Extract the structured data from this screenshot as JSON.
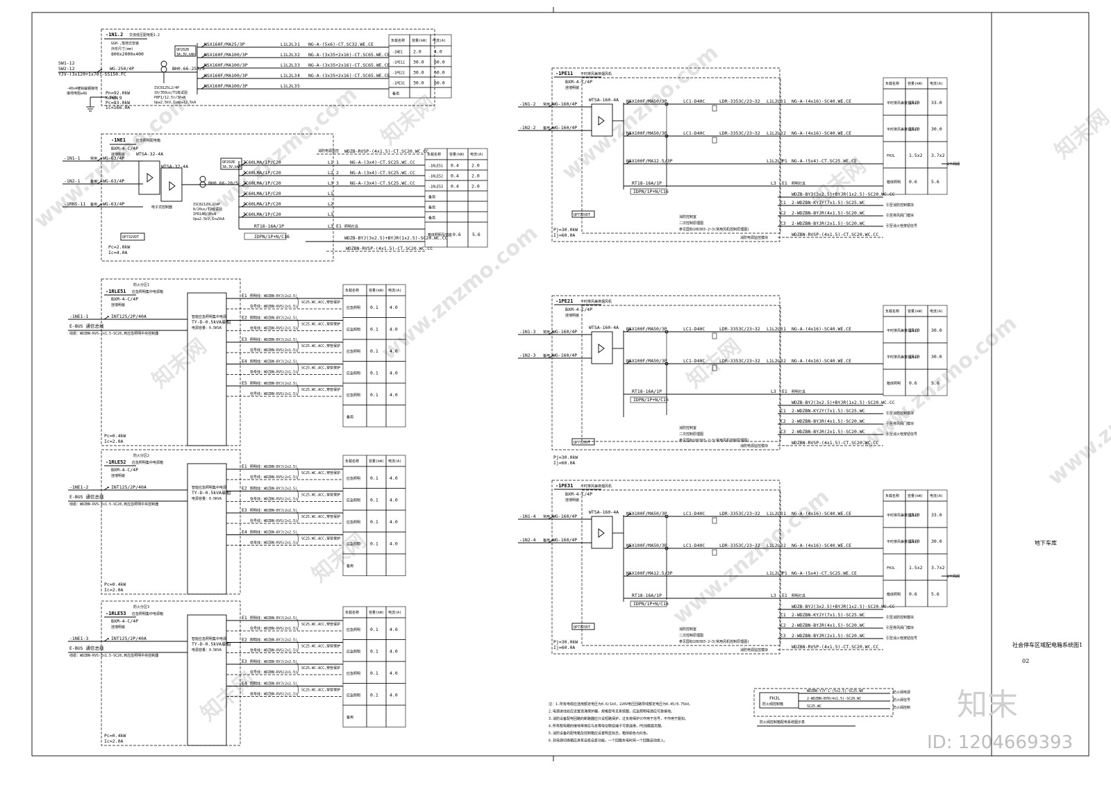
{
  "watermarks": {
    "site": "www.znzmo.com",
    "cn": "知末网",
    "logo": "知末",
    "id_label": "ID: 1204669393"
  },
  "sheet": {
    "location": "地下车库",
    "title": "社会停车区域配电箱系统图1",
    "number": "02"
  },
  "table_headers": [
    "负载名称",
    "容量(kW)",
    "电流(A)"
  ],
  "panel_1n12": {
    "name": "-1N1.2",
    "desc": "交流低压配电柜1.2",
    "model": "GGH-,落地式安装",
    "size_label": "外形尺寸(mm)",
    "size": "800x2000x400",
    "incoming": [
      "SW1-12",
      "SW2-12",
      "YJV-(3x120+1x70)-SS150.FC"
    ],
    "main_breaker": "WG-250/4P",
    "meter": "QP202B",
    "meter_sub": "3A,3V,kWh",
    "ct": "BH0.66-250/5",
    "spd": [
      "ISC8125L2/4P",
      "10/350us/T1级试验",
      "P8F1/12.5r/3P+N",
      "Up≤2.5kV,Iimp≥12.5kA"
    ],
    "pen": "PEN",
    "ground": "-40x4镀锌扁钢接地",
    "ground_sub": "接地电阻≤4Ω",
    "load": [
      "Pn=92.0kW",
      "Kd=0.9",
      "Pc=83.0kW",
      "Ic=166.0A"
    ],
    "branches": [
      {
        "breaker": "NSX160F/MA25/3P",
        "phase": "L1L2L3",
        "no": "1",
        "cable": "NG-A-(5x6)-CT.SC32.WE.CE",
        "target": "-1NE1",
        "kw": "2.0",
        "a": "4.0"
      },
      {
        "breaker": "NSX160F/MA100/3P",
        "phase": "L1L2L3",
        "no": "2",
        "cable": "NG-A-(3x35+2x16)-CT.SC65.WE.CE",
        "target": "-1PE11",
        "kw": "30.0",
        "a": "60.0"
      },
      {
        "breaker": "NSX160F/MA100/3P",
        "phase": "L1L2L3",
        "no": "3",
        "cable": "NG-A-(3x35+2x16)-CT.SC65.WE.CE",
        "target": "-1PE21",
        "kw": "30.0",
        "a": "60.0"
      },
      {
        "breaker": "NSX160F/MA100/3P",
        "phase": "L1L2L3",
        "no": "4",
        "cable": "NG-A-(3x35+2x16)-CT.SC65.WE.CE",
        "target": "-1PE31",
        "kw": "30.0",
        "a": "60.0"
      },
      {
        "breaker": "NSX160F/MA100/3P",
        "phase": "L1L2L3",
        "no": "5",
        "cable": "",
        "target": "备用",
        "kw": "",
        "a": ""
      }
    ]
  },
  "panel_1ne1": {
    "name": "-1NE1",
    "desc": "应急照明配电箱",
    "model": "BXM-4-C/4P",
    "install": "挂墙明装",
    "inputs": [
      {
        "from": "-1N1-1",
        "tag": "常用",
        "breaker": "WG-63/4P"
      },
      {
        "from": "-1N2-1",
        "tag": "备用",
        "breaker": "WG-63/4P"
      },
      {
        "from": "-1RN5-11",
        "tag": "备用",
        "breaker": "WG-63/4P"
      }
    ],
    "ats1": "WTSA-32-4A",
    "ats2": "WTSA-32-4A",
    "ats_note": "电子式控制器",
    "meter": "QP202B",
    "meter_sub": "3A,3V,kWh",
    "ct": "BH0.66-20/5",
    "spd": [
      "ISC8212DL2/4P",
      "8/20us/T2级试验",
      "IFR140/3P+N",
      "Up≤2.5kV,In≥5kA"
    ],
    "monitor": "QP732VDT",
    "load": [
      "Pc=2.0kW",
      "Ic=4.0A"
    ],
    "fire_note": "消防电源监控",
    "branches": [
      {
        "breaker": "IC60LMA/1P/C20",
        "phase": "L1",
        "no": "1",
        "cable": "NG-A-(3x4)-CT.SC25.WC.CC",
        "target": "-1RLE51",
        "kw": "0.4",
        "a": "2.0"
      },
      {
        "breaker": "IC60LMA/1P/C20",
        "phase": "L2",
        "no": "2",
        "cable": "NG-A-(3x4)-CT.SC25.WC.CC",
        "target": "-1RLE52",
        "kw": "0.4",
        "a": "2.0"
      },
      {
        "breaker": "IC60LMA/1P/C20",
        "phase": "L3",
        "no": "3",
        "cable": "NG-A-(3x4)-CT.SC25.WC.CC",
        "target": "-1RLE53",
        "kw": "0.4",
        "a": "2.0"
      },
      {
        "breaker": "IC60LMA/1P/C20",
        "phase": "L1",
        "no": "",
        "cable": "",
        "target": "备用",
        "kw": "",
        "a": ""
      },
      {
        "breaker": "IC60LMA/1P/C20",
        "phase": "L2",
        "no": "",
        "cable": "",
        "target": "备用",
        "kw": "",
        "a": ""
      },
      {
        "breaker": "IC60LMA/1P/C20",
        "phase": "L3",
        "no": "",
        "cable": "",
        "target": "备用",
        "kw": "",
        "a": ""
      }
    ],
    "top_cable": "WDZB-RVSP-(4x1.5)-CT.SC20.WC.CC",
    "light": {
      "breaker": "RT18-16A/1P",
      "breaker2": "IDPN/1P+N/C16",
      "phase": "L3",
      "no": "E1",
      "label": "照明灯具",
      "cable": "WDZB-BYJ(3x2.5)+BYJR(1x2.5)-SC20.WC.CC",
      "target": "箱体照明及插座",
      "kw": "0.6",
      "a": "5.6"
    },
    "bottom_cable": "WDZBN-RVSP-(4x1.5)-CT.SC20.WC.CC"
  },
  "rle_panels": [
    {
      "group": "防火分区1",
      "name": "-1RLE51",
      "desc": "应急照明集中电源箱",
      "model": "BXM-4-C/4P",
      "install": "挂墙明装",
      "input": "-1NE1-1",
      "breaker": "INT125/2P/40A",
      "bus": "E-BUS 通信总线",
      "bus_cable": "线缆：WDZBN-RVS-2x1.5-SC20,到应急照明中央控制器",
      "psu": "智能应急照明集中电源",
      "psu_model": "TY-D-0.5kVA单相",
      "psu_cap": "电源容量：0.5KVA",
      "load": [
        "Pc=0.4kW",
        "Ic=2.0A"
      ],
      "circuits": [
        {
          "no": "E1",
          "cable": "照明线：WDZBN-BYJ(2x2.5)",
          "signal": "信号线：WDZBN-RVS(2x1.5)",
          "pipe": "SC25.WC.ACC,穿管保护",
          "target": "应急照明",
          "kw": "0.1",
          "a": "4.0"
        },
        {
          "no": "E2",
          "cable": "照明线：WDZBN-BYJ(2x2.5)",
          "signal": "信号线：WDZBN-RVS(2x1.5)",
          "pipe": "SC25.WC.ACC,穿管保护",
          "target": "应急照明",
          "kw": "0.1",
          "a": "4.0"
        },
        {
          "no": "E3",
          "cable": "照明线：WDZBN-BYJ(2x2.5)",
          "signal": "信号线：WDZBN-RVS(2x1.5)",
          "pipe": "SC25.WC.ACC,穿管保护",
          "target": "应急照明",
          "kw": "0.1",
          "a": "4.0"
        },
        {
          "no": "E4",
          "cable": "照明线：WDZBN-BYJ(2x2.5)",
          "signal": "信号线：WDZBN-RVS(2x1.5)",
          "pipe": "SC25.WC.ACC,穿管保护",
          "target": "应急照明",
          "kw": "0.1",
          "a": "4.0"
        },
        {
          "no": "E5",
          "cable": "照明线：WDZBN-BYJ(2x2.5)",
          "signal": "信号线：WDZBN-RVS(2x1.5)",
          "pipe": "SC25.WC.ACC,穿管保护",
          "target": "应急照明",
          "kw": "0.1",
          "a": "4.0"
        },
        {
          "no": "",
          "cable": "",
          "signal": "",
          "pipe": "",
          "target": "备用",
          "kw": "",
          "a": ""
        }
      ]
    },
    {
      "group": "防火分区2",
      "name": "-1RLE52",
      "desc": "应急照明集中电源箱",
      "model": "BXM-4-C/4P",
      "install": "挂墙明装",
      "input": "-1NE1-2",
      "breaker": "INT125/2P/40A",
      "bus": "E-BUS 通信总线",
      "bus_cable": "线缆：WDZBN-RVS-2x1.5-SC20,到应急照明中央控制器",
      "psu": "智能应急照明集中电源",
      "psu_model": "TY-D-0.5kVA单相",
      "psu_cap": "电源容量：0.5KVA",
      "load": [
        "Pc=0.4kW",
        "Ic=2.0A"
      ],
      "circuits": [
        {
          "no": "E1",
          "cable": "照明线：WDZBN-BYJ(2x2.5)",
          "signal": "信号线：WDZBN-RVS(2x1.5)",
          "pipe": "SC25.WC.ACC,穿管保护",
          "target": "应急照明",
          "kw": "0.1",
          "a": "4.0"
        },
        {
          "no": "E2",
          "cable": "照明线：WDZBN-BYJ(2x2.5)",
          "signal": "信号线：WDZBN-RVS(2x1.5)",
          "pipe": "SC25.WC.ACC,穿管保护",
          "target": "应急照明",
          "kw": "0.1",
          "a": "4.0"
        },
        {
          "no": "E3",
          "cable": "照明线：WDZBN-BYJ(2x2.5)",
          "signal": "信号线：WDZBN-RVS(2x1.5)",
          "pipe": "SC25.WC.ACC,穿管保护",
          "target": "应急照明",
          "kw": "0.1",
          "a": "4.0"
        },
        {
          "no": "E4",
          "cable": "照明线：WDZBN-BYJ(2x2.5)",
          "signal": "信号线：WDZBN-RVS(2x1.5)",
          "pipe": "SC25.WC.ACC,穿管保护",
          "target": "应急照明",
          "kw": "0.1",
          "a": "4.0"
        },
        {
          "no": "",
          "cable": "",
          "signal": "",
          "pipe": "",
          "target": "备用",
          "kw": "",
          "a": ""
        }
      ]
    },
    {
      "group": "防火分区3",
      "name": "-1RLE53",
      "desc": "应急照明集中电源箱",
      "model": "BXM-4-C/4P",
      "install": "挂墙明装",
      "input": "-1NE1-3",
      "breaker": "INT125/2P/40A",
      "bus": "E-BUS 通信总线",
      "bus_cable": "线缆：WDZBN-RVS-2x1.5-SC20,到应急照明中央控制器",
      "psu": "智能应急照明集中电源",
      "psu_model": "TY-D-0.5kVA单相",
      "psu_cap": "电源容量：0.5KVA",
      "load": [
        "Pc=0.4kW",
        "Ic=2.0A"
      ],
      "circuits": [
        {
          "no": "E1",
          "cable": "照明线：WDZBN-BYJ(2x2.5)",
          "signal": "信号线：WDZBN-RVS(2x1.5)",
          "pipe": "SC25.WC.ACC,穿管保护",
          "target": "应急照明",
          "kw": "0.1",
          "a": "4.0"
        },
        {
          "no": "E2",
          "cable": "照明线：WDZBN-BYJ(2x2.5)",
          "signal": "信号线：WDZBN-RVS(2x1.5)",
          "pipe": "SC25.WC.ACC,穿管保护",
          "target": "应急照明",
          "kw": "0.1",
          "a": "4.0"
        },
        {
          "no": "E3",
          "cable": "照明线：WDZBN-BYJ(2x2.5)",
          "signal": "信号线：WDZBN-RVS(2x1.5)",
          "pipe": "SC25.WC.ACC,穿管保护",
          "target": "应急照明",
          "kw": "0.1",
          "a": "4.0"
        },
        {
          "no": "E4",
          "cable": "照明线：WDZBN-BYJ(2x2.5)",
          "signal": "信号线：WDZBN-RVS(2x1.5)",
          "pipe": "SC25.WC.ACC,穿管保护",
          "target": "应急照明",
          "kw": "0.1",
          "a": "4.0"
        },
        {
          "no": "",
          "cable": "",
          "signal": "",
          "pipe": "",
          "target": "备用",
          "kw": "",
          "a": ""
        }
      ]
    }
  ],
  "pe_panels": [
    {
      "name": "-1PE11",
      "desc": "平时排风兼排烟风机",
      "model": "BXM-4-C/4P",
      "install": "挂墙明装",
      "has_p1": true,
      "inputs": [
        {
          "from": "-1N1-2",
          "tag": "常用",
          "breaker": "WG-160/4P"
        },
        {
          "from": "-1N2-2",
          "tag": "备用",
          "breaker": "WG-160/4P"
        }
      ],
      "ats": "WTSA-160-4A",
      "monitor": "QP732VDT",
      "load": [
        "Pj=30.0kW",
        "Ij=60.0A"
      ],
      "notes": [
        "消防控制室",
        "二次控制原理图",
        "参见国标10D303-2~3(常用风机控制原理图)"
      ],
      "fire_note": "消防电源监控模块",
      "fans": [
        {
          "breaker": "NSX100F/MA50/3P",
          "contactor": "LC1-D40C",
          "relay": "LDR-3353C/23~32",
          "phase": "L1L2L3",
          "no": "1",
          "cable": "NG-A-(4x16)-SC40.WE.CE",
          "target": "平时排风兼排烟风机",
          "kw": "15.0",
          "a": "33.0"
        },
        {
          "breaker": "NSX100F/MA50/3P",
          "contactor": "LC1-D40C",
          "relay": "LDR-3353C/23~32",
          "phase": "L1L2L3",
          "no": "2",
          "cable": "NG-A-(4x16)-SC40.WE.CE",
          "target": "平时排风兼排烟风机",
          "kw": "15.0",
          "a": "30.0"
        }
      ],
      "p1": {
        "breaker": "NSX100F/MA12.5/3P",
        "phase": "L1L2L3",
        "no": "P1",
        "cable": "NG-A-(5x4)-CT.SC25.WE.CE",
        "target": "FHJL",
        "kw": "1.5x2",
        "a": "3.7x2",
        "extra": "2个风阀"
      },
      "light": {
        "breaker": "RT18-16A/1P",
        "breaker2": "IDPN/1P+N/C16",
        "phase": "L3",
        "no": "E1",
        "label": "照明灯具",
        "cable": "WDZB-BYJ(3x2.5)+BYJR(1x2.5)-SC20.WC.CC",
        "target": "箱体照明",
        "kw": "0.6",
        "a": "5.6"
      },
      "controls": [
        {
          "no": "C1",
          "cable": "2-WDZBN-KYJY(7x1.5)-SC25.WC",
          "target": "引至消防控制模块"
        },
        {
          "no": "C2",
          "cable": "2-WDZBN-BYJR(4x1.5)-SC20.WC",
          "target": "引至排风阀门模块"
        },
        {
          "no": "C3",
          "cable": "2-WDZBN-BYJR(2x1.5)-SC20.WC",
          "target": "引至消火栓按钮信号"
        }
      ],
      "signal_cable": "WDZBN-RVSP-(4x1.5)-CT.SC20.WC.CC"
    },
    {
      "name": "-1PE21",
      "desc": "平时排风兼排烟风机",
      "model": "BXM-4-C/4P",
      "install": "挂墙明装",
      "has_p1": false,
      "inputs": [
        {
          "from": "-1N1-3",
          "tag": "常用",
          "breaker": "WG-160/4P"
        },
        {
          "from": "-1N2-3",
          "tag": "备用",
          "breaker": "WG-160/4P"
        }
      ],
      "ats": "WTSA-160-4A",
      "monitor": "QP732VDT",
      "load": [
        "Pj=30.0kW",
        "Ij=60.0A"
      ],
      "notes": [
        "消防控制室",
        "二次控制原理图",
        "参见国标10D303-2~3(常用风机控制原理图)"
      ],
      "fire_note": "消防电源监控模块",
      "fans": [
        {
          "breaker": "NSX100F/MA50/3P",
          "contactor": "LC1-D40C",
          "relay": "LDR-3353C/23~32",
          "phase": "L1L2L3",
          "no": "1",
          "cable": "NG-A-(4x16)-SC40.WE.CE",
          "target": "平时排风兼排烟风机",
          "kw": "15.0",
          "a": "30.0"
        },
        {
          "breaker": "NSX100F/MA50/3P",
          "contactor": "LC1-D40C",
          "relay": "LDR-3353C/23~32",
          "phase": "L1L2L3",
          "no": "2",
          "cable": "NG-A-(4x16)-SC40.WE.CE",
          "target": "平时排风兼排烟风机",
          "kw": "15.0",
          "a": "30.0"
        }
      ],
      "light": {
        "breaker": "RT18-16A/1P",
        "breaker2": "IDPN/1P+N/C16",
        "phase": "L3",
        "no": "E1",
        "label": "照明灯具",
        "cable": "WDZB-BYJ(3x2.5)+BYJR(1x2.5)-SC20.WC.CC",
        "target": "箱体照明",
        "kw": "0.6",
        "a": "5.6"
      },
      "controls": [
        {
          "no": "C1",
          "cable": "2-WDZBN-KYJY(7x1.5)-SC25.WC",
          "target": "引至消防控制模块"
        },
        {
          "no": "C2",
          "cable": "2-WDZBN-BYJR(4x1.5)-SC20.WC",
          "target": "引至排风阀门模块"
        },
        {
          "no": "C3",
          "cable": "2-WDZBN-BYJR(2x1.5)-SC20.WC",
          "target": "引至消火栓按钮信号"
        }
      ],
      "signal_cable": "WDZBN-RVSP-(4x1.5)-CT.SC20.WC.CC"
    },
    {
      "name": "-1PE31",
      "desc": "平时排风兼排烟风机",
      "model": "BXM-4-C/4P",
      "install": "挂墙明装",
      "has_p1": true,
      "inputs": [
        {
          "from": "-1N1-4",
          "tag": "常用",
          "breaker": "WG-160/4P"
        },
        {
          "from": "-1N2-4",
          "tag": "备用",
          "breaker": "WG-160/4P"
        }
      ],
      "ats": "WTSA-160-4A",
      "monitor": "QP732VDT",
      "load": [
        "Pj=30.0kW",
        "Ij=60.0A"
      ],
      "notes": [
        "消防控制室",
        "二次控制原理图",
        "参见国标10D303-2~3(常用风机控制原理图)"
      ],
      "fire_note": "消防电源监控模块",
      "fans": [
        {
          "breaker": "NSX100F/MA50/3P",
          "contactor": "LC1-D40C",
          "relay": "LDR-3353C/23~32",
          "phase": "L1L2L3",
          "no": "1",
          "cable": "NG-A-(4x16)-SC40.WE.CE",
          "target": "平时排风兼排烟风机",
          "kw": "15.0",
          "a": "33.0"
        },
        {
          "breaker": "NSX100F/MA50/3P",
          "contactor": "LC1-D40C",
          "relay": "LDR-3353C/23~32",
          "phase": "L1L2L3",
          "no": "2",
          "cable": "NG-A-(4x16)-SC40.WE.CE",
          "target": "平时排风兼排烟风机",
          "kw": "15.0",
          "a": "30.0"
        }
      ],
      "p1": {
        "breaker": "NSX100F/MA12.5/3P",
        "phase": "L1L2L3",
        "no": "P1",
        "cable": "NG-A-(5x4)-CT.SC25.WE.CE",
        "target": "FHJL",
        "kw": "1.5x2",
        "a": "3.7x2",
        "extra": "2个风阀"
      },
      "light": {
        "breaker": "RT18-16A/1P",
        "breaker2": "IDPN/1P+N/C16",
        "phase": "L3",
        "no": "E1",
        "label": "照明灯具",
        "cable": "WDZB-BYJ(3x2.5)+BYJR(1x2.5)-SC20.WC.CC",
        "target": "箱体照明",
        "kw": "0.6",
        "a": "5.6"
      },
      "controls": [
        {
          "no": "C1",
          "cable": "2-WDZBN-KYJY(7x1.5)-SC25.WC",
          "target": "引至消防控制模块"
        },
        {
          "no": "C2",
          "cable": "2-WDZBN-BYJR(4x1.5)-SC20.WC",
          "target": "引至排风阀门模块"
        },
        {
          "no": "C3",
          "cable": "2-WDZBN-BYJR(2x1.5)-SC20.WC",
          "target": "引至消火栓按钮信号"
        }
      ],
      "signal_cable": "WDZBN-RVSP-(4x1.5)-CT.SC20.WC.CC"
    }
  ],
  "notes": [
    "注：1.所有电缆应选用额定电压为0.6/1kV，220V电压回路导线额定电压为0.45/0.75kV。",
    "2.电源进线处应设置浪涌保护器，规格型号见系统图，应急照明电源应可靠接地。",
    "3.消防设备配电回路的断路器应只设短路保护，过负荷保护只作用于信号，不作用于脱扣。",
    "4.所有配电箱的接地母排应与总等电位联结端子可靠连接，PE线截面见图。",
    "5.消防设备的配电箱及控制箱应设置明显标志，箱体颜色为红色。",
    "6.双电源切换箱应具有自投自复功能，一个回路失电时另一个回路自动投入。"
  ],
  "fhjl_legend": {
    "box": "FHJL",
    "box_sub": "防火阀控制箱",
    "lines": [
      "WDZBN-YJY-1-(5x2.5)-SC25.WE",
      "2-WDZBN-BYR(4x1.5)-SC20.WC",
      "SC25.WC"
    ],
    "targets": [
      "防火阀电源",
      "防火阀信号",
      "防火阀控制"
    ],
    "caption": "防火阀控制箱配电系统图示意"
  }
}
